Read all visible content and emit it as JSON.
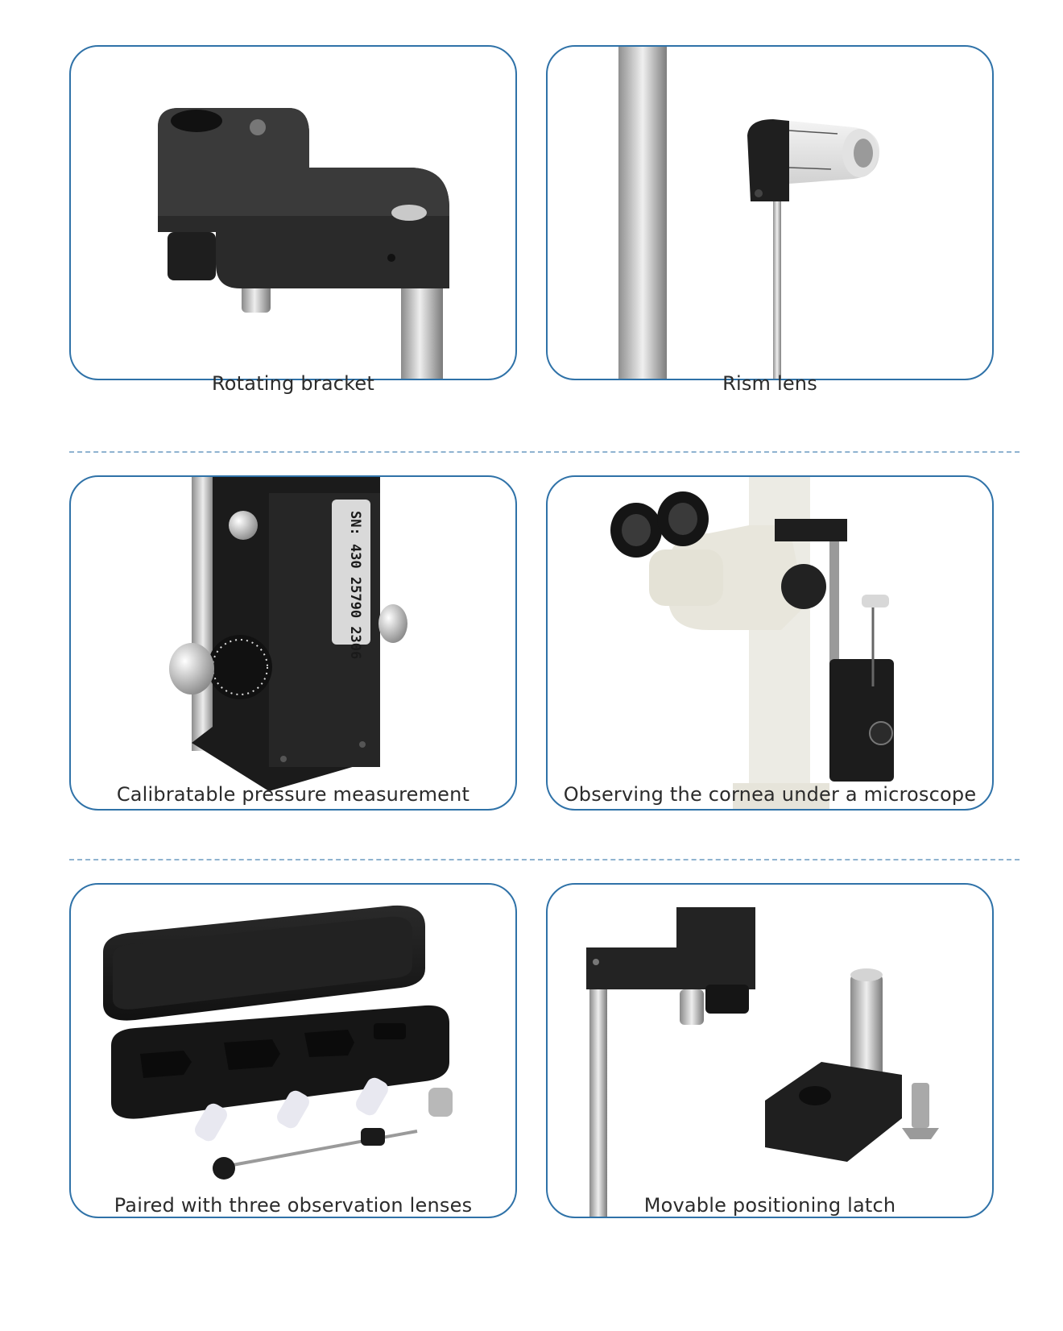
{
  "accent_color": "#2f72a8",
  "divider_color": "#8fb3d0",
  "items": [
    {
      "caption": "Rotating bracket",
      "image": "rotating-bracket-photo"
    },
    {
      "caption": "Rism lens",
      "image": "prism-lens-photo"
    },
    {
      "caption": "Calibratable pressure measurement",
      "image": "pressure-dial-photo",
      "label_text": "SN: 430 25790 2306"
    },
    {
      "caption": "Observing the cornea under a microscope",
      "image": "slit-lamp-microscope-photo"
    },
    {
      "caption": "Paired with three observation lenses",
      "image": "lens-case-photo"
    },
    {
      "caption": "Movable positioning latch",
      "image": "positioning-latch-photo"
    }
  ]
}
